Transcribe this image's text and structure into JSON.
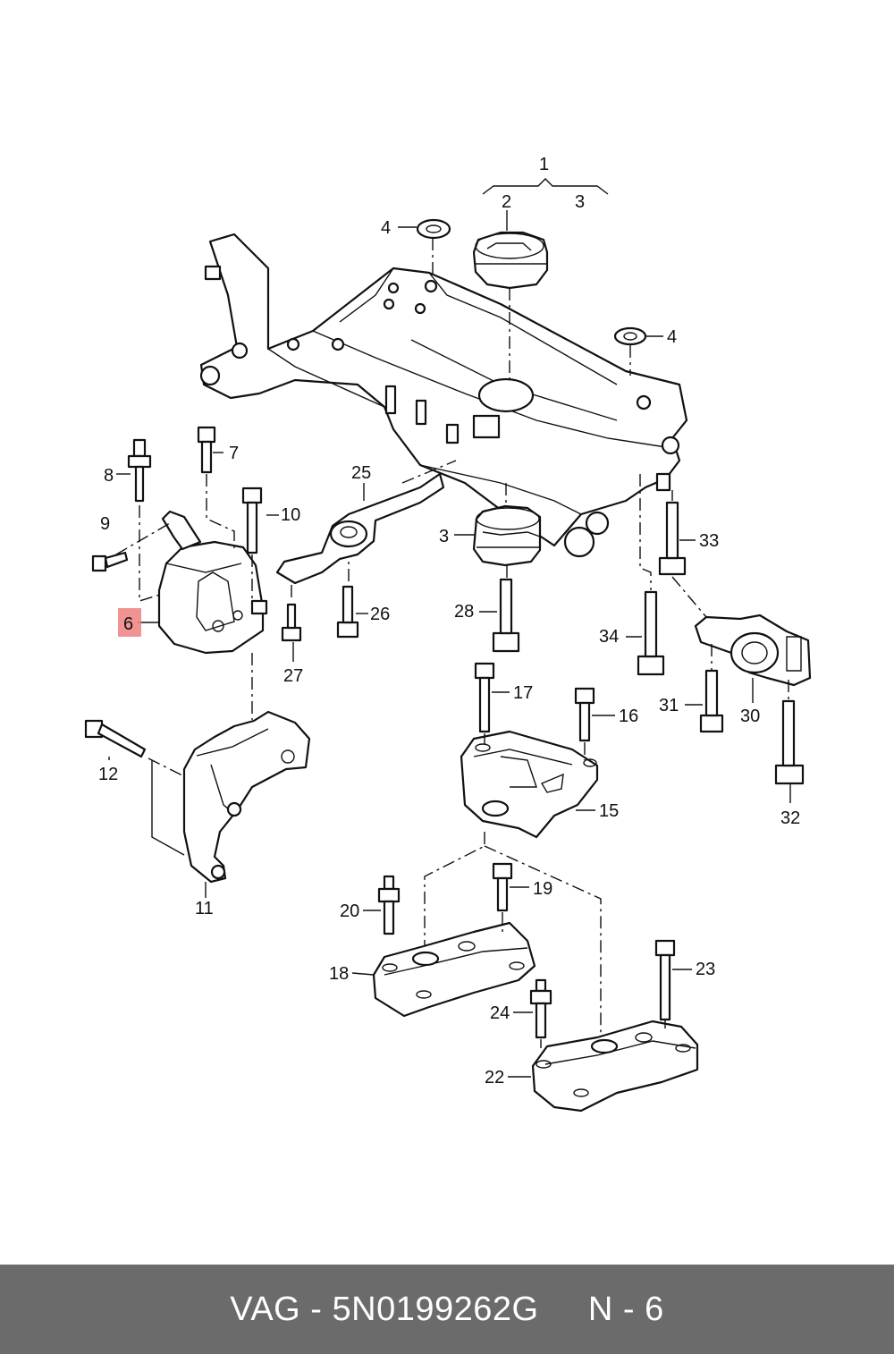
{
  "diagram": {
    "highlighted_callout": "6",
    "highlight_color": "#f08080",
    "callouts": {
      "c1": "1",
      "c2": "2",
      "c3": "3",
      "c3b": "3",
      "c4a": "4",
      "c4b": "4",
      "c6": "6",
      "c7": "7",
      "c8": "8",
      "c9": "9",
      "c10": "10",
      "c11": "11",
      "c12": "12",
      "c15": "15",
      "c16": "16",
      "c17": "17",
      "c18": "18",
      "c19": "19",
      "c20": "20",
      "c22": "22",
      "c23": "23",
      "c24": "24",
      "c25": "25",
      "c26": "26",
      "c27": "27",
      "c28": "28",
      "c30": "30",
      "c31": "31",
      "c32": "32",
      "c33": "33",
      "c34": "34"
    }
  },
  "footer": {
    "text": "VAG - 5N0199262G     N - 6",
    "background_color": "#6b6b6b"
  }
}
